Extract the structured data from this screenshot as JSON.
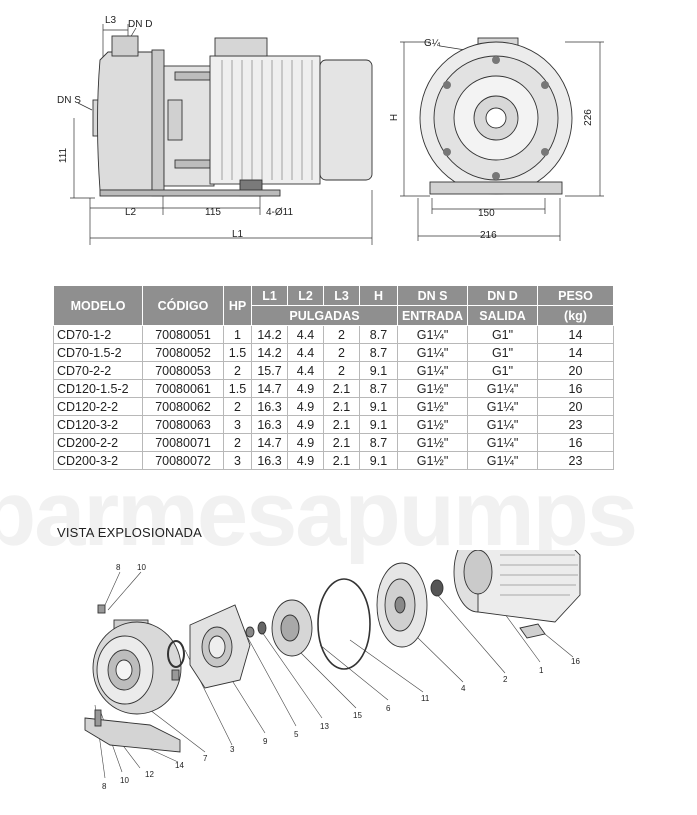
{
  "dimensions": {
    "side_view": {
      "L3": "L3",
      "DN_D": "DN D",
      "DN_S": "DN S",
      "h111": "111",
      "L2": "L2",
      "d115": "115",
      "holes": "4-Ø11",
      "L1": "L1"
    },
    "front_view": {
      "G14": "G¼",
      "H": "H",
      "h226": "226",
      "w150": "150",
      "w216": "216"
    }
  },
  "table": {
    "headers_row1": [
      "MODELO",
      "CÓDIGO",
      "HP",
      "L1",
      "L2",
      "L3",
      "H",
      "DN S",
      "DN D",
      "PESO"
    ],
    "pulgadas": "PULGADAS",
    "entrada": "ENTRADA",
    "salida": "SALIDA",
    "kg": "(kg)",
    "rows": [
      [
        "CD70-1-2",
        "70080051",
        "1",
        "14.2",
        "4.4",
        "2",
        "8.7",
        "G1¼\"",
        "G1\"",
        "14"
      ],
      [
        "CD70-1.5-2",
        "70080052",
        "1.5",
        "14.2",
        "4.4",
        "2",
        "8.7",
        "G1¼\"",
        "G1\"",
        "14"
      ],
      [
        "CD70-2-2",
        "70080053",
        "2",
        "15.7",
        "4.4",
        "2",
        "9.1",
        "G1¼\"",
        "G1\"",
        "20"
      ],
      [
        "CD120-1.5-2",
        "70080061",
        "1.5",
        "14.7",
        "4.9",
        "2.1",
        "8.7",
        "G1½\"",
        "G1¼\"",
        "16"
      ],
      [
        "CD120-2-2",
        "70080062",
        "2",
        "16.3",
        "4.9",
        "2.1",
        "9.1",
        "G1½\"",
        "G1¼\"",
        "20"
      ],
      [
        "CD120-3-2",
        "70080063",
        "3",
        "16.3",
        "4.9",
        "2.1",
        "9.1",
        "G1½\"",
        "G1¼\"",
        "23"
      ],
      [
        "CD200-2-2",
        "70080071",
        "2",
        "14.7",
        "4.9",
        "2.1",
        "8.7",
        "G1½\"",
        "G1¼\"",
        "16"
      ],
      [
        "CD200-3-2",
        "70080072",
        "3",
        "16.3",
        "4.9",
        "2.1",
        "9.1",
        "G1½\"",
        "G1¼\"",
        "23"
      ]
    ]
  },
  "watermark": "parmesapumps",
  "section_title": "VISTA EXPLOSIONADA",
  "parts": {
    "p1": "1",
    "p2": "2",
    "p3": "3",
    "p4": "4",
    "p5": "5",
    "p6": "6",
    "p7": "7",
    "p8a": "8",
    "p8b": "8",
    "p9": "9",
    "p10a": "10",
    "p10b": "10",
    "p11": "11",
    "p12": "12",
    "p13": "13",
    "p14": "14",
    "p15": "15",
    "p16": "16"
  }
}
